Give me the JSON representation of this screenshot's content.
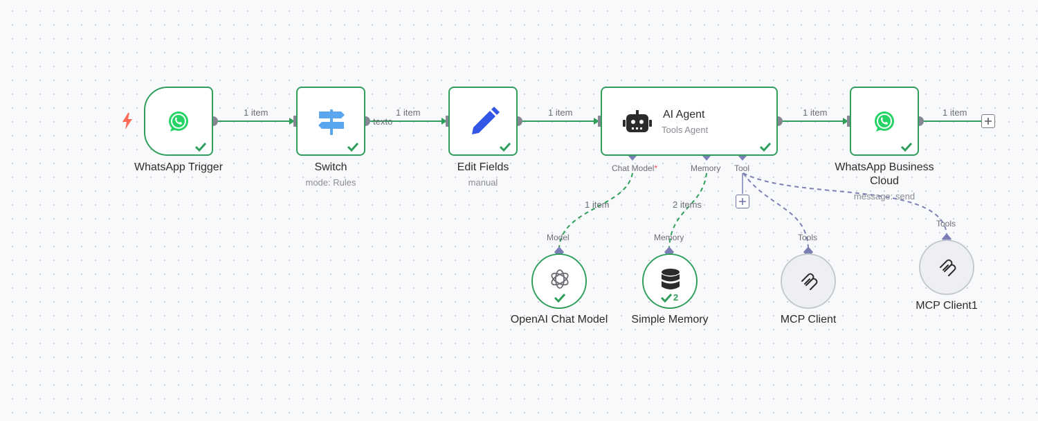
{
  "nodes": {
    "whatsapp_trigger": {
      "label": "WhatsApp Trigger"
    },
    "switch": {
      "label": "Switch",
      "sub": "mode: Rules"
    },
    "edit_fields": {
      "label": "Edit Fields",
      "sub": "manual"
    },
    "ai_agent": {
      "label": "AI Agent",
      "sub": "Tools Agent"
    },
    "whatsapp_business": {
      "label_line1": "WhatsApp Business",
      "label_line2": "Cloud",
      "sub": "message: send"
    },
    "openai_chat_model": {
      "label": "OpenAI Chat Model"
    },
    "simple_memory": {
      "label": "Simple Memory",
      "badge": "2"
    },
    "mcp_client": {
      "label": "MCP Client"
    },
    "mcp_client1": {
      "label": "MCP Client1"
    }
  },
  "edges": {
    "trigger_switch": "1 item",
    "switch_output": "texto",
    "switch_edit": "1 item",
    "edit_agent": "1 item",
    "agent_whatsapp": "1 item",
    "whatsapp_out": "1 item",
    "model_conn": "1 item",
    "memory_conn": "2 items"
  },
  "ports": {
    "chat_model": "Chat Model",
    "chat_model_required": "*",
    "memory": "Memory",
    "tool": "Tool",
    "model_in": "Model",
    "memory_in": "Memory",
    "tools_in_1": "Tools",
    "tools_in_2": "Tools"
  },
  "colors": {
    "success": "#2e9e5b",
    "ai_port": "#7c7fb5",
    "trigger_bolt": "#ff6d5a",
    "whatsapp": "#25d366",
    "edit_icon": "#3555e6",
    "switch_icon": "#5aa7f0"
  }
}
